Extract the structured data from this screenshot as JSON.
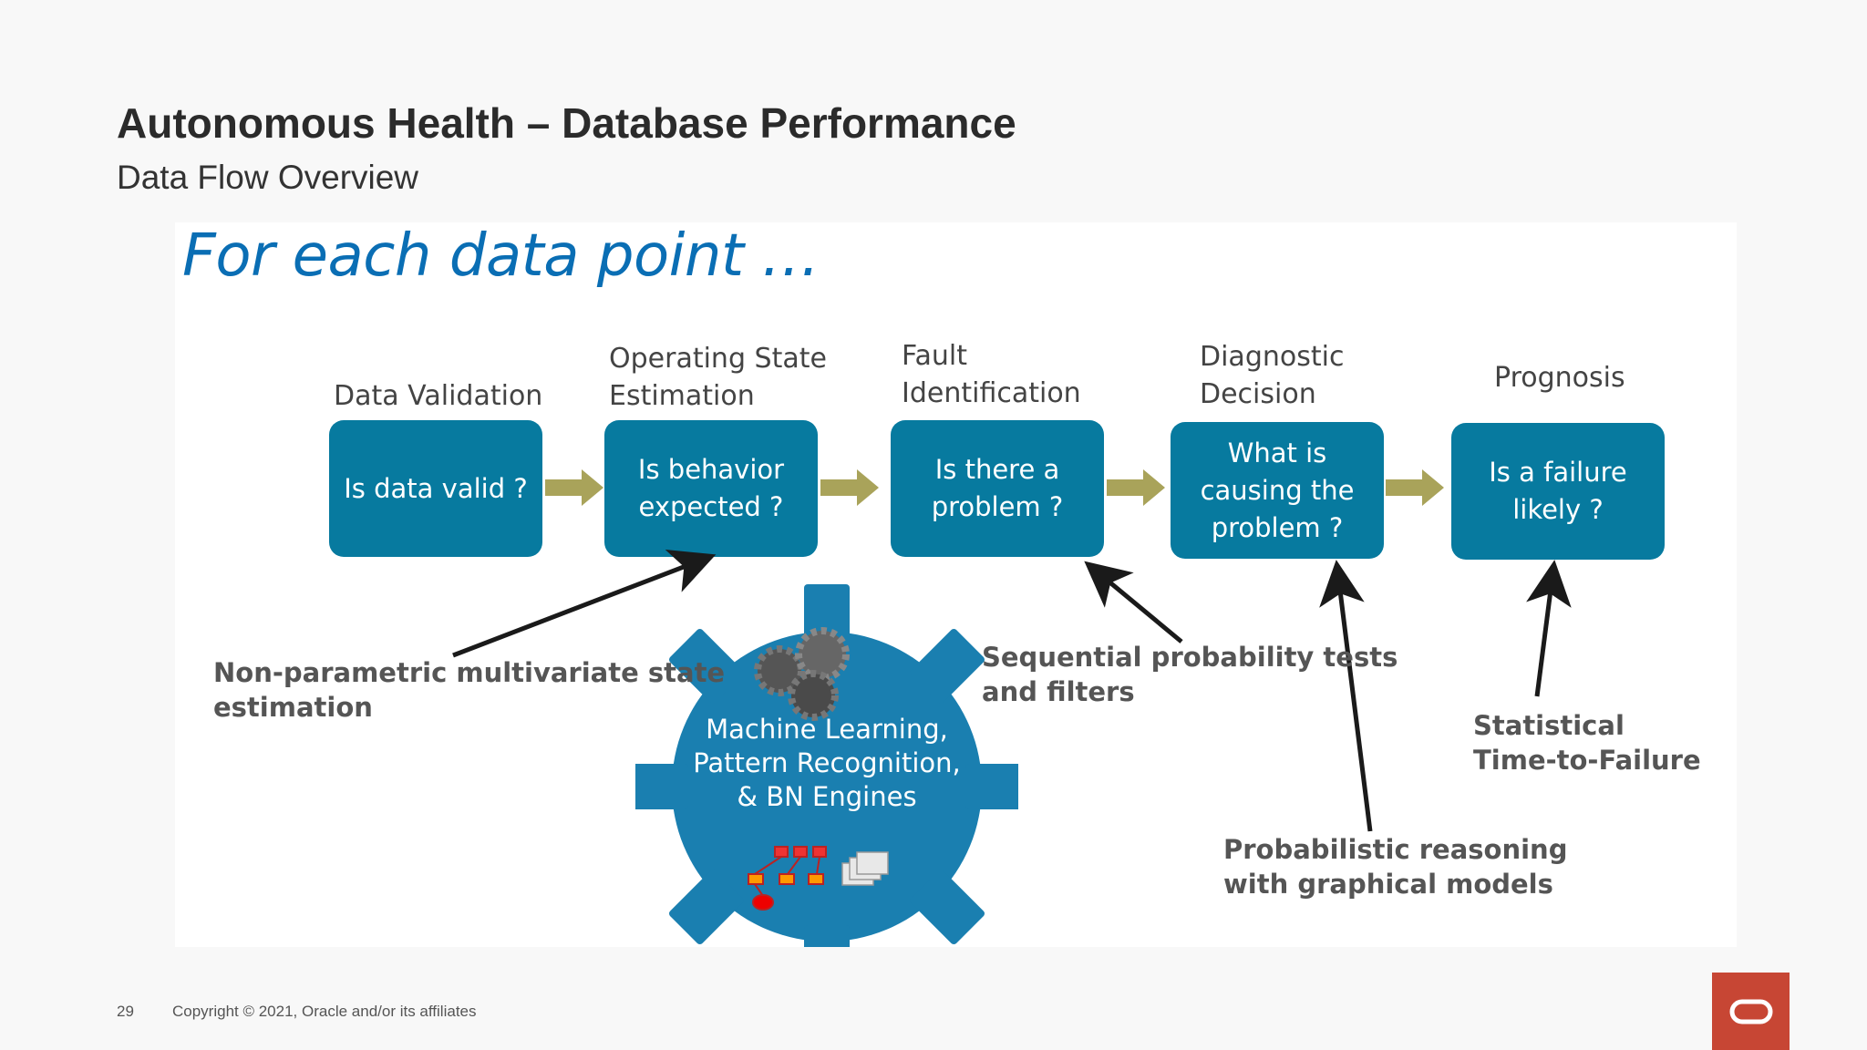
{
  "slide": {
    "title": "Autonomous Health – Database Performance",
    "subtitle": "Data Flow Overview"
  },
  "diagram": {
    "heading": "For each data point …",
    "stages": [
      {
        "label_lines": [
          "Data Validation"
        ],
        "box_lines": [
          "Is data valid ?"
        ]
      },
      {
        "label_lines": [
          "Operating State",
          "Estimation"
        ],
        "box_lines": [
          "Is behavior",
          "expected ?"
        ]
      },
      {
        "label_lines": [
          "Fault",
          "Identification"
        ],
        "box_lines": [
          "Is there a",
          "problem ?"
        ]
      },
      {
        "label_lines": [
          "Diagnostic",
          "Decision"
        ],
        "box_lines": [
          "What is",
          "causing the",
          "problem ?"
        ]
      },
      {
        "label_lines": [
          "Prognosis"
        ],
        "box_lines": [
          "Is a failure",
          "likely ?"
        ]
      }
    ],
    "engine_lines": [
      "Machine Learning,",
      "Pattern Recognition,",
      "& BN Engines"
    ],
    "annotations": [
      {
        "lines": [
          "Non-parametric multivariate state",
          "estimation"
        ]
      },
      {
        "lines": [
          "Sequential probability tests",
          "and filters"
        ]
      },
      {
        "lines": [
          "Probabilistic reasoning",
          "with graphical models"
        ]
      },
      {
        "lines": [
          "Statistical",
          "Time-to-Failure"
        ]
      }
    ]
  },
  "colors": {
    "box_fill": "#077a9f",
    "flow_arrow": "#a9a35a",
    "heading": "#0a6eb4",
    "gear_fill": "#1a7fb0",
    "oracle_red": "#c74634"
  },
  "footer": {
    "page_number": "29",
    "copyright": "Copyright © 2021, Oracle and/or its affiliates"
  },
  "logo": {
    "icon": "oracle-logo-icon"
  }
}
